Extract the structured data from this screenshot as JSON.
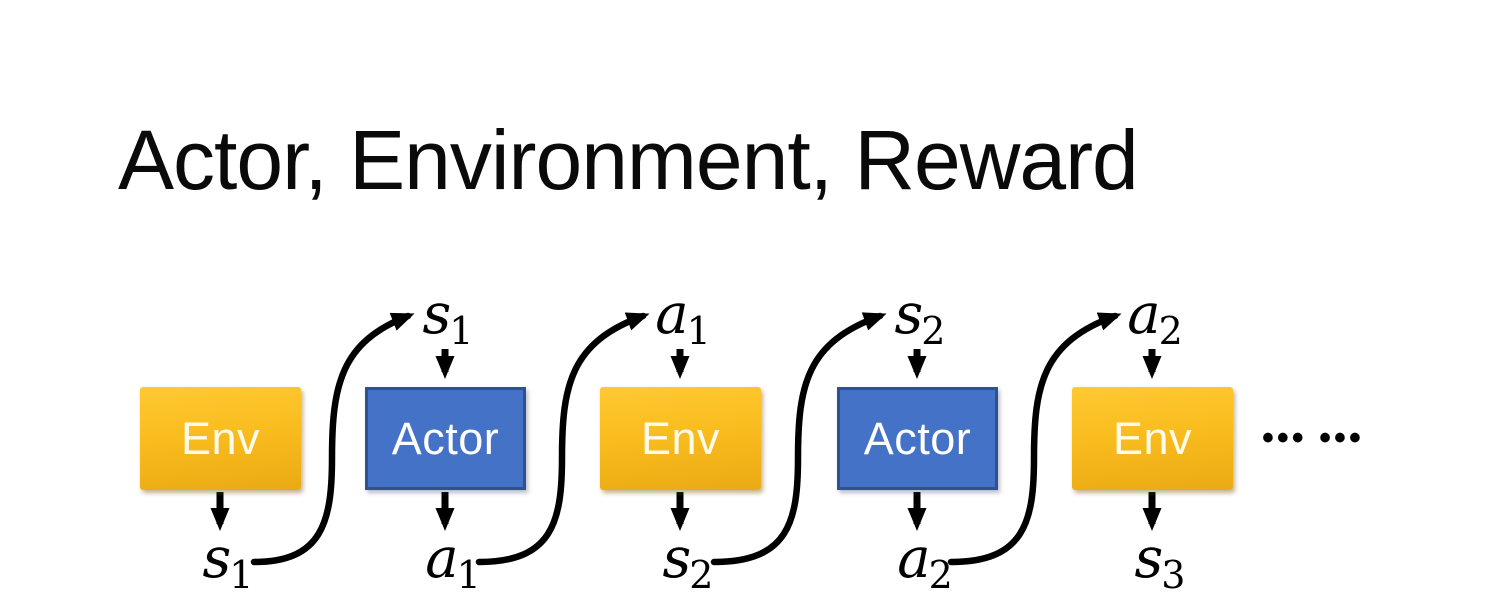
{
  "slide": {
    "title": "Actor, Environment, Reward",
    "ellipsis": "••• •••"
  },
  "boxes": [
    {
      "label": "Env",
      "type": "env"
    },
    {
      "label": "Actor",
      "type": "actor"
    },
    {
      "label": "Env",
      "type": "env"
    },
    {
      "label": "Actor",
      "type": "actor"
    },
    {
      "label": "Env",
      "type": "env"
    }
  ],
  "top_labels": [
    {
      "main": "s",
      "sub": "1"
    },
    {
      "main": "a",
      "sub": "1"
    },
    {
      "main": "s",
      "sub": "2"
    },
    {
      "main": "a",
      "sub": "2"
    }
  ],
  "bottom_labels": [
    {
      "main": "s",
      "sub": "1"
    },
    {
      "main": "a",
      "sub": "1"
    },
    {
      "main": "s",
      "sub": "2"
    },
    {
      "main": "a",
      "sub": "2"
    },
    {
      "main": "s",
      "sub": "3"
    }
  ],
  "colors": {
    "background": "#FFFFFF",
    "title_text": "#000000",
    "env_fill_top": "#FFC932",
    "env_fill_bottom": "#E9AA14",
    "env_text": "#FFFBEA",
    "actor_fill": "#4472C6",
    "actor_border": "#2F528F",
    "actor_text": "#FFFFFF",
    "arrow": "#000000"
  }
}
